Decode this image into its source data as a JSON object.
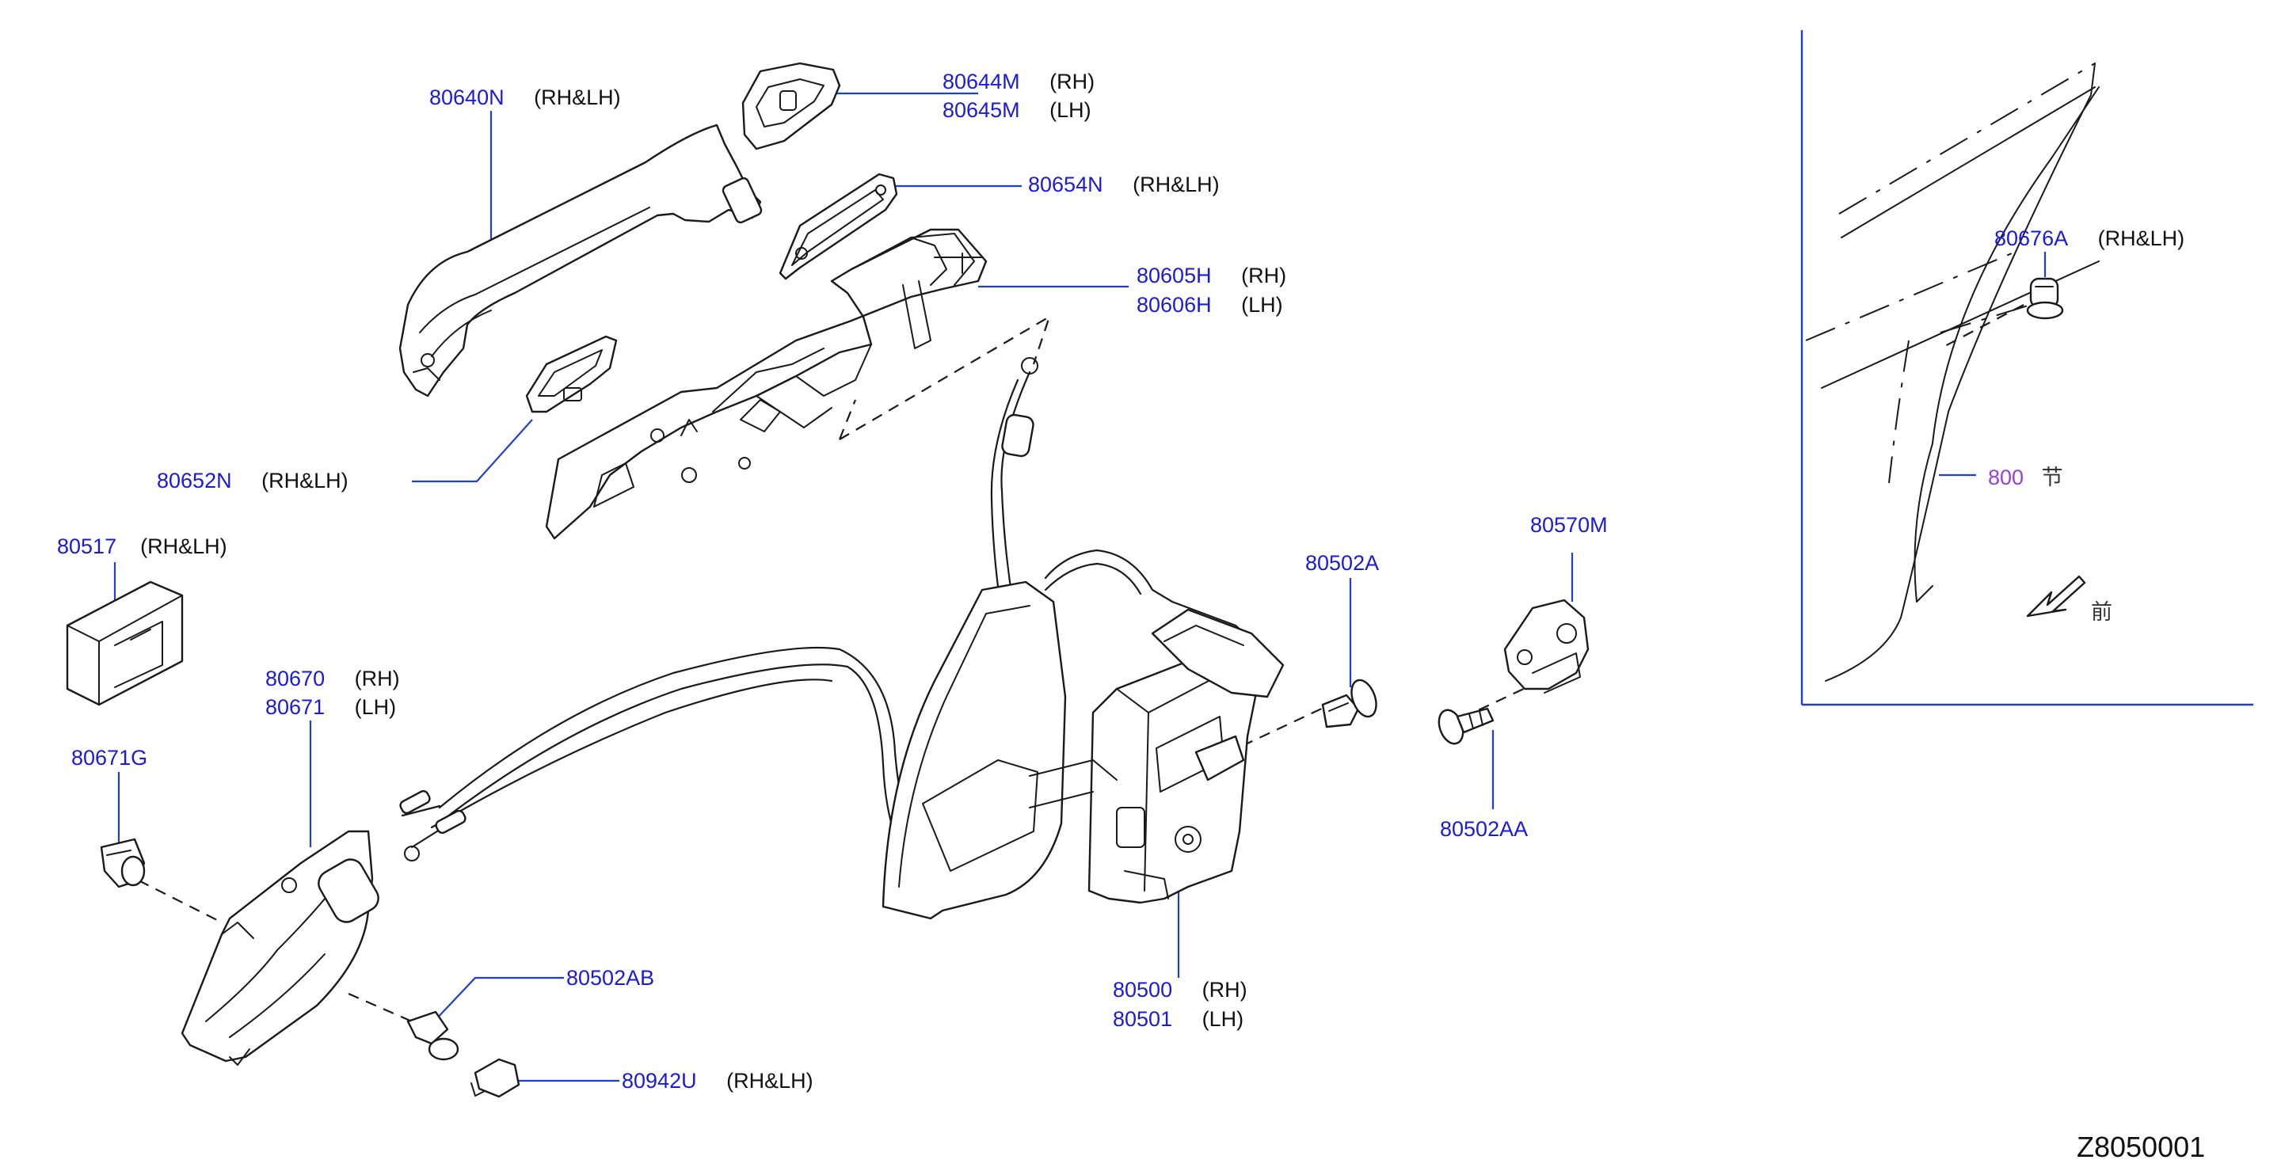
{
  "diagram_code": "Z8050001",
  "callouts": [
    {
      "id": "80640N",
      "note": "(RH&LH)"
    },
    {
      "id": "80644M",
      "note": "(RH)"
    },
    {
      "id": "80645M",
      "note": "(LH)"
    },
    {
      "id": "80654N",
      "note": "(RH&LH)"
    },
    {
      "id": "80605H",
      "note": "(RH)"
    },
    {
      "id": "80606H",
      "note": "(LH)"
    },
    {
      "id": "80652N",
      "note": "(RH&LH)"
    },
    {
      "id": "80517",
      "note": "(RH&LH)"
    },
    {
      "id": "80670",
      "note": "(RH)"
    },
    {
      "id": "80671",
      "note": "(LH)"
    },
    {
      "id": "80671G",
      "note": ""
    },
    {
      "id": "80502AB",
      "note": ""
    },
    {
      "id": "80942U",
      "note": "(RH&LH)"
    },
    {
      "id": "80500",
      "note": "(RH)"
    },
    {
      "id": "80501",
      "note": "(LH)"
    },
    {
      "id": "80502A",
      "note": ""
    },
    {
      "id": "80570M",
      "note": ""
    },
    {
      "id": "80502AA",
      "note": ""
    },
    {
      "id": "80676A",
      "note": "(RH&LH)"
    }
  ],
  "inset": {
    "section_ref": "800",
    "section_glyph": "节",
    "front_glyph": "前"
  },
  "colors": {
    "part_number": "#1a1adc",
    "leader": "#1f3fd0",
    "section_ref": "#9b3fd6",
    "line_art": "#1a1a1a"
  }
}
